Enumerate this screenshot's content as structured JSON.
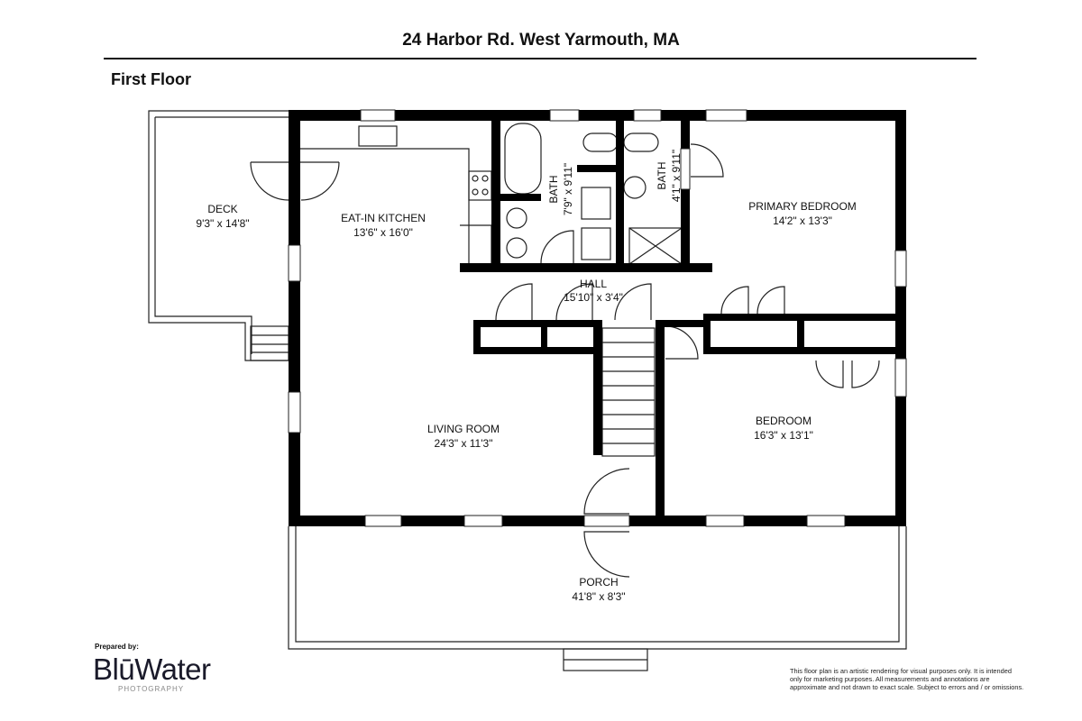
{
  "header": {
    "title": "24 Harbor Rd. West Yarmouth, MA",
    "floor": "First Floor"
  },
  "rooms": {
    "deck": {
      "name": "DECK",
      "size": "9'3\" x 14'8\""
    },
    "kitchen": {
      "name": "EAT-IN KITCHEN",
      "size": "13'6\" x 16'0\""
    },
    "bath1": {
      "name": "BATH",
      "size": "7'9\" x 9'11\""
    },
    "bath2": {
      "name": "BATH",
      "size": "4'1\" x 9'11\""
    },
    "primary": {
      "name": "PRIMARY BEDROOM",
      "size": "14'2\" x 13'3\""
    },
    "hall": {
      "name": "HALL",
      "size": "15'10\" x 3'4\""
    },
    "living": {
      "name": "LIVING ROOM",
      "size": "24'3\" x 11'3\""
    },
    "bedroom": {
      "name": "BEDROOM",
      "size": "16'3\" x 13'1\""
    },
    "porch": {
      "name": "PORCH",
      "size": "41'8\" x 8'3\""
    }
  },
  "footer": {
    "prepared_by": "Prepared by:",
    "logo": "BlūWater",
    "logo_sub": "PHOTOGRAPHY",
    "disclaimer": "This floor plan is an artistic rendering for visual purposes only. It is intended only for marketing purposes. All measurements and annotations are approximate and not drawn to exact scale. Subject to errors and / or omissions."
  }
}
